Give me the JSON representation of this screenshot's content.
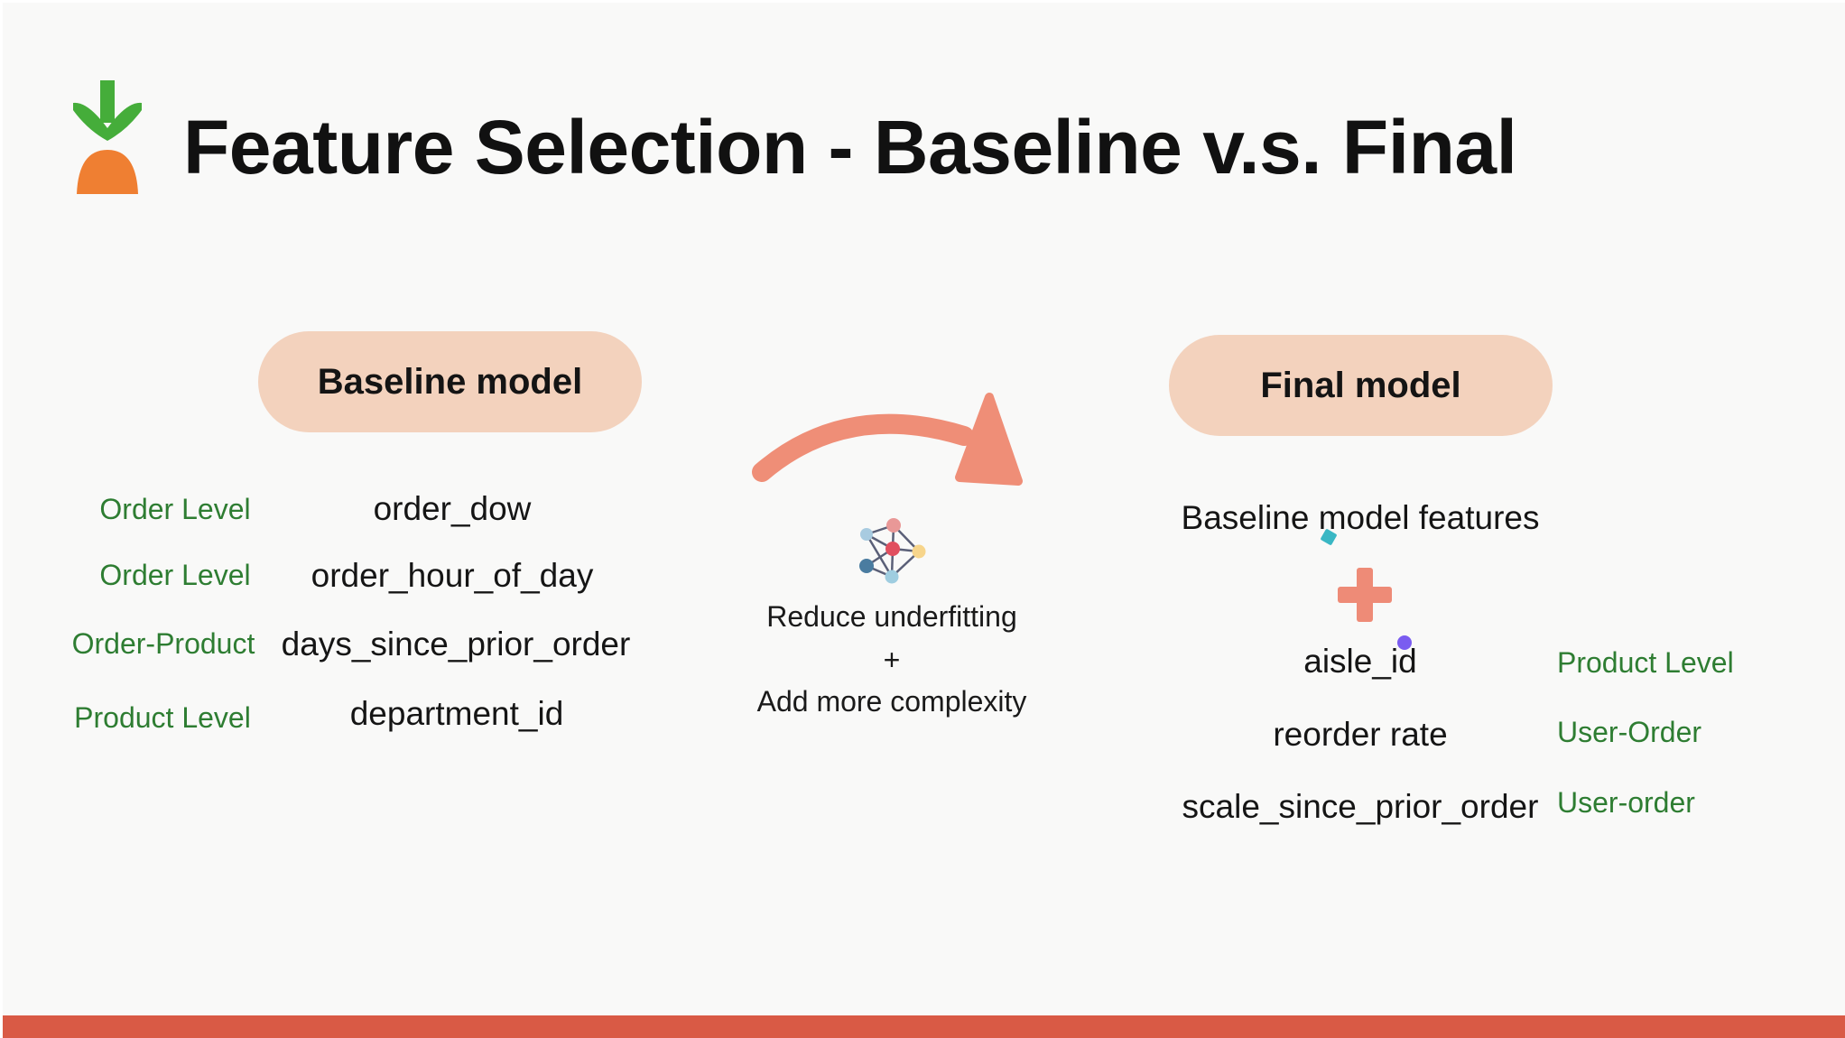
{
  "slide": {
    "title": "Feature Selection - Baseline v.s. Final"
  },
  "baseline": {
    "heading": "Baseline model",
    "rows": [
      {
        "level": "Order Level",
        "feature": "order_dow"
      },
      {
        "level": "Order Level",
        "feature": "order_hour_of_day"
      },
      {
        "level": "Order-Product",
        "feature": "days_since_prior_order"
      },
      {
        "level": "Product Level",
        "feature": "department_id"
      }
    ]
  },
  "middle": {
    "line1": "Reduce underfitting",
    "plus": "+",
    "line2": "Add more complexity"
  },
  "final": {
    "heading": "Final model",
    "base_features": "Baseline model features",
    "rows": [
      {
        "feature": "aisle_id",
        "level": "Product Level"
      },
      {
        "feature": "reorder rate",
        "level": "User-Order"
      },
      {
        "feature": "scale_since_prior_order",
        "level": "User-order"
      }
    ]
  },
  "colors": {
    "pill": "#f3d2bd",
    "level_text": "#2e7d32",
    "arrow": "#ef8e77",
    "plus_icon": "#ee8b77",
    "bottom_bar": "#d95a45",
    "logo_green": "#45ad3a",
    "logo_orange": "#ef7f32"
  },
  "icons": {
    "logo": "carrot-logo-icon",
    "arrow": "curved-arrow-icon",
    "network": "network-graph-icon",
    "plus": "plus-icon"
  }
}
